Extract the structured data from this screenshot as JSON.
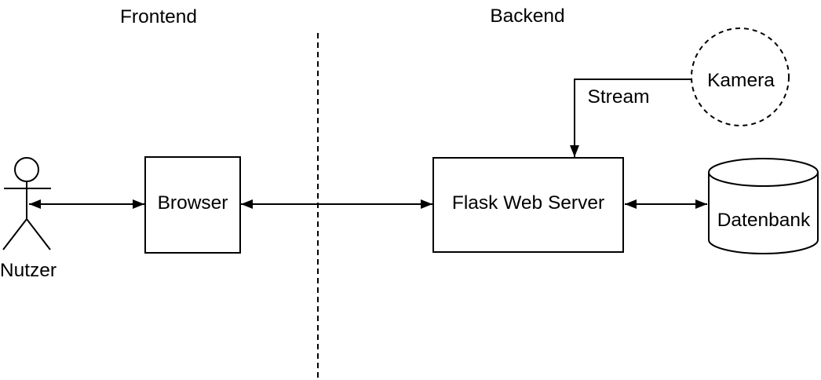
{
  "diagram": {
    "background": "#ffffff",
    "line_color": "#000000",
    "text_color": "#000000",
    "zones": {
      "frontend": {
        "label": "Frontend"
      },
      "backend": {
        "label": "Backend"
      }
    },
    "nodes": {
      "nutzer": {
        "label": "Nutzer",
        "shape": "actor-stick-figure"
      },
      "browser": {
        "label": "Browser",
        "shape": "rectangle"
      },
      "flask_server": {
        "label": "Flask Web Server",
        "shape": "rectangle"
      },
      "kamera": {
        "label": "Kamera",
        "shape": "dashed-circle"
      },
      "datenbank": {
        "label": "Datenbank",
        "shape": "database-cylinder"
      }
    },
    "edges": {
      "nutzer_browser": {
        "from": "nutzer",
        "to": "browser",
        "arrows": "both-ends"
      },
      "browser_flask": {
        "from": "browser",
        "to": "flask_server",
        "arrows": "both-ends"
      },
      "kamera_flask": {
        "from": "kamera",
        "to": "flask_server",
        "arrows": "end-only",
        "label": "Stream"
      },
      "flask_datenbank": {
        "from": "flask_server",
        "to": "datenbank",
        "arrows": "both-ends"
      }
    },
    "divider": {
      "style": "dashed-vertical-line",
      "separates": "Frontend | Backend"
    }
  }
}
